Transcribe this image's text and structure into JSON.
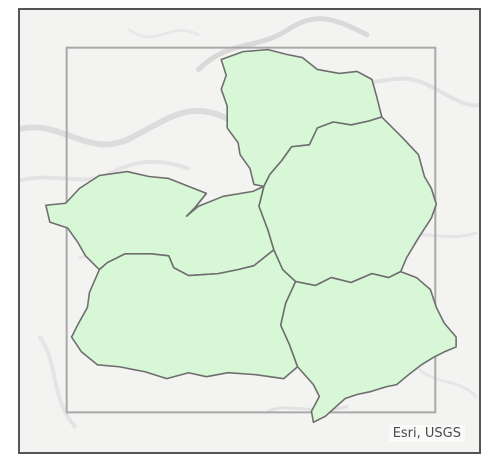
{
  "map": {
    "attribution": "Esri, USGS",
    "basemap": "hillshade",
    "colors": {
      "region_fill": "#d8f7d6",
      "region_stroke": "#6e6e6e",
      "extent_stroke": "#a8a8a8",
      "background": "#f3f3f1",
      "frame": "#555555"
    },
    "regions": [
      {
        "id": "north"
      },
      {
        "id": "north-east"
      },
      {
        "id": "west"
      },
      {
        "id": "center"
      },
      {
        "id": "south-west"
      },
      {
        "id": "south-east"
      }
    ]
  }
}
